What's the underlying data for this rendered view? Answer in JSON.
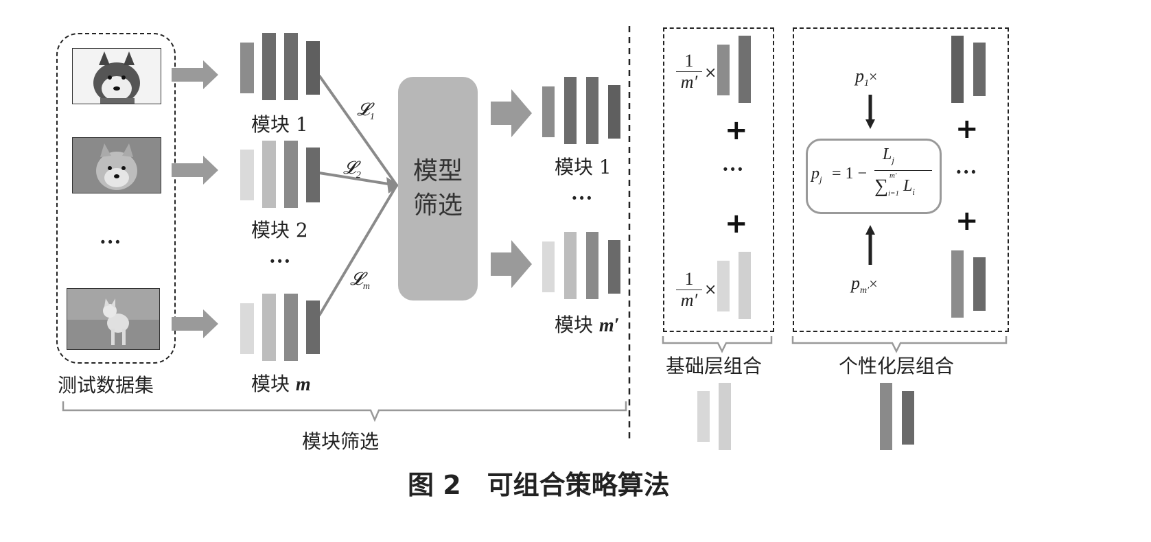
{
  "modules": {
    "m1": "模块 1",
    "m2": "模块 2",
    "m_prefix": "模块 ",
    "m_var": "m",
    "right1": "模块 1",
    "right_prefix": "模块 ",
    "right_var": "m′"
  },
  "dataset_label": "测试数据集",
  "model_filter": {
    "line1": "模型",
    "line2": "筛选"
  },
  "loss_labels": {
    "l1": "𝓛",
    "l1_sub": "1",
    "l2": "𝓛",
    "l2_sub": "2",
    "lm": "𝓛",
    "lm_sub": "m"
  },
  "ellipsis": "···",
  "base_layer": {
    "label": "基础层组合",
    "frac_num": "1",
    "frac_den": "m′",
    "times": "×"
  },
  "personal_layer": {
    "label": "个性化层组合",
    "p1": "p",
    "p1_sub": "1",
    "pm": "p",
    "pm_sub": "m′",
    "times": "×",
    "formula_lhs": "p",
    "formula_lhs_sub": "j",
    "formula_eq": " = 1 − ",
    "formula_num": "L",
    "formula_num_sub": "j",
    "formula_sum": "∑",
    "formula_sum_sup": "m′",
    "formula_sum_sub": "i=1",
    "formula_den": "L",
    "formula_den_sub": "i"
  },
  "bottom_label": "模块筛选",
  "figure_caption": "图 2　可组合策略算法",
  "colors": {
    "dark": "#6a6a6a",
    "mid": "#8c8c8c",
    "light": "#b9b9b9",
    "lighter": "#d6d6d6",
    "arrow": "#9a9a9a",
    "model_box": "#b7b7b7"
  }
}
